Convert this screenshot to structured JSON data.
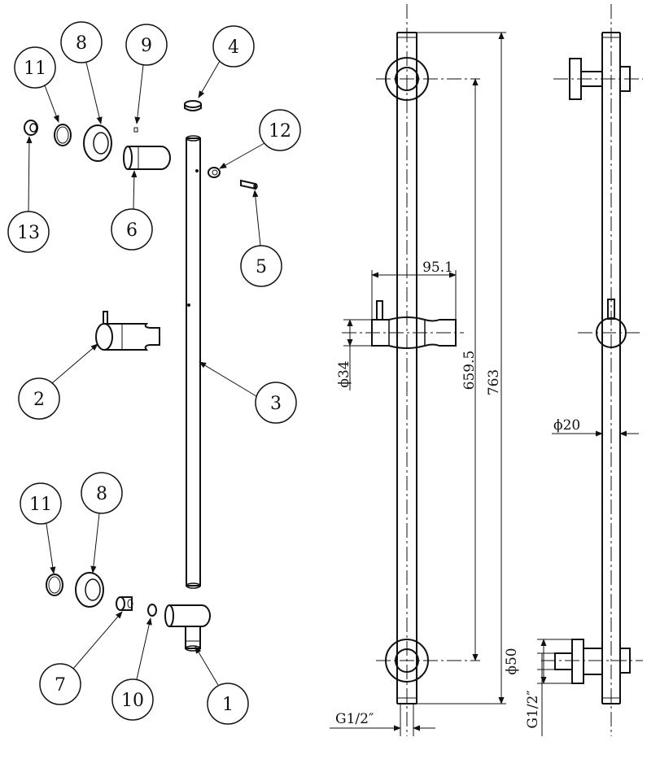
{
  "exploded_view": {
    "callouts": [
      {
        "id": "c11a",
        "label": "11"
      },
      {
        "id": "c8a",
        "label": "8"
      },
      {
        "id": "c9",
        "label": "9"
      },
      {
        "id": "c4",
        "label": "4"
      },
      {
        "id": "c12",
        "label": "12"
      },
      {
        "id": "c13",
        "label": "13"
      },
      {
        "id": "c6",
        "label": "6"
      },
      {
        "id": "c5",
        "label": "5"
      },
      {
        "id": "c2",
        "label": "2"
      },
      {
        "id": "c3",
        "label": "3"
      },
      {
        "id": "c11b",
        "label": "11"
      },
      {
        "id": "c8b",
        "label": "8"
      },
      {
        "id": "c7",
        "label": "7"
      },
      {
        "id": "c10",
        "label": "10"
      },
      {
        "id": "c1",
        "label": "1"
      }
    ]
  },
  "front_view": {
    "dim_slider_width": "95.1",
    "dim_slider_dia": "ϕ34",
    "dim_inner_length": "659.5",
    "dim_overall_length": "763",
    "dim_thread": "G1/2″"
  },
  "side_view": {
    "dim_rail_dia": "ϕ20",
    "dim_flange_dia": "ϕ50",
    "dim_thread": "G1/2″"
  }
}
